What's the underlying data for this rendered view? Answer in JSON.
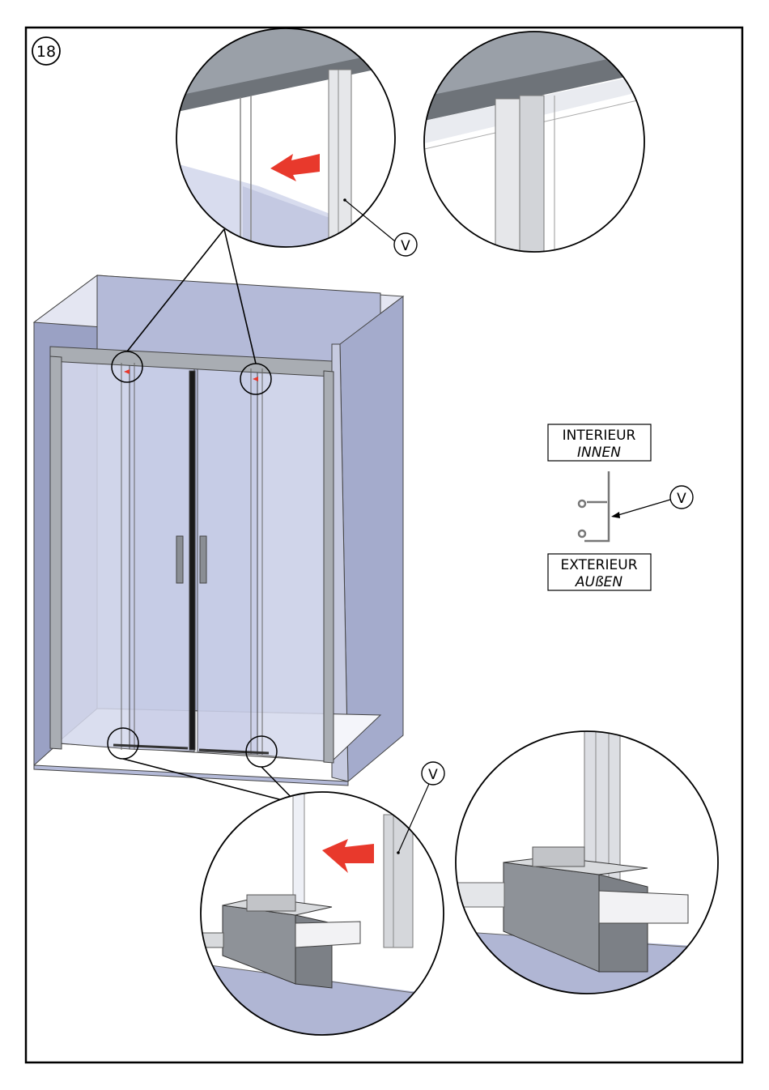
{
  "step_number": "18",
  "part_label": "V",
  "orientation": {
    "interior_fr": "INTERIEUR",
    "interior_de": "INNEN",
    "exterior_fr": "EXTERIEUR",
    "exterior_de": "AUßEN"
  },
  "colors": {
    "wall": "#b0b6d4",
    "wall_dark": "#9aa1c4",
    "glass": "#d6daee",
    "profile": "#a9adb3",
    "profile_dark": "#7c8086",
    "arrow": "#e8392c",
    "outline": "#000000"
  },
  "icons": [
    "push-arrow-icon",
    "seal-profile-icon"
  ]
}
